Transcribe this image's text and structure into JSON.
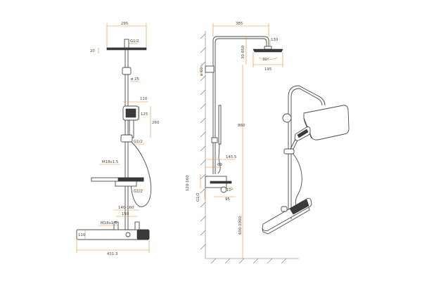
{
  "colors": {
    "dimension": "#e3892e",
    "line": "#4a4a4a",
    "fill_dark": "#3a3a3a"
  },
  "front_view": {
    "head_width": "295",
    "head_thread": "G1/2",
    "head_height": "20",
    "bracket_dia": "ø 25",
    "hand_width": "110",
    "hand_face": "125",
    "hand_length": "260",
    "slide_thread": "G1/2",
    "inlet_thread": "M18x1.5",
    "outlet_thread": "G1/2",
    "inlet_spacing": "140-160",
    "center_spacing": "150",
    "mixer_thread": "M18x1.5",
    "mixer_height": "110",
    "mixer_width": "431.3"
  },
  "side_view": {
    "arm_reach": "385",
    "bracket_dia": "ø 60",
    "head_offset": "30-850",
    "head_dia": "130",
    "head_angle": "30°",
    "head_depth": "195",
    "rail_height": "860",
    "mixer_reach": "145.5",
    "mixer_depth": "69",
    "inlet_range": "120-160",
    "inlet_thread": "G1/2",
    "mixer_angle": "10°",
    "mixer_offset": "95",
    "floor_height": "600-1000"
  }
}
